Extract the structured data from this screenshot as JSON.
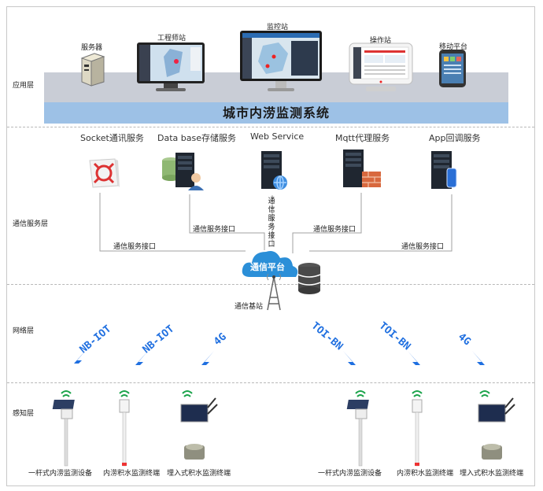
{
  "layers": {
    "application": "应用层",
    "communication": "通信服务层",
    "network": "网络层",
    "perception": "感知层"
  },
  "app_devices": {
    "server": "服务器",
    "engineer": "工程师站",
    "monitor": "监控站",
    "operator": "操作站",
    "mobile": "移动平台"
  },
  "system_title": "城市内涝监测系统",
  "services": {
    "socket": "Socket通讯服务",
    "database": "Data base存储服务",
    "web": "Web Service",
    "mqtt": "Mqtt代理服务",
    "app": "App回调服务"
  },
  "interfaces": {
    "left_outer": "通信服务接口",
    "left_inner": "通信服务接口",
    "center_vertical": [
      "通",
      "信",
      "服",
      "务",
      "接",
      "口"
    ],
    "right_inner": "通信服务接口",
    "right_outer": "通信服务接口"
  },
  "platform": "通信平台",
  "base_station": "通信基站",
  "protocols": [
    "NB-IOT",
    "NB-IOT",
    "4G",
    "TOI-BN",
    "TOI-BN",
    "4G"
  ],
  "terminals": {
    "pole_left": "一杆式内涝监测设备",
    "ponding_left": "内涝积水监测终端",
    "buried_left": "埋入式积水监测终端",
    "pole_right": "一杆式内涝监测设备",
    "ponding_right": "内涝积水监测终端",
    "buried_right": "埋入式积水监测终端"
  },
  "colors": {
    "banner": "#9dc1e6",
    "cloud": "#2b8fd8",
    "lightning": "#1f6fe0",
    "wifi": "#1aa34a"
  }
}
